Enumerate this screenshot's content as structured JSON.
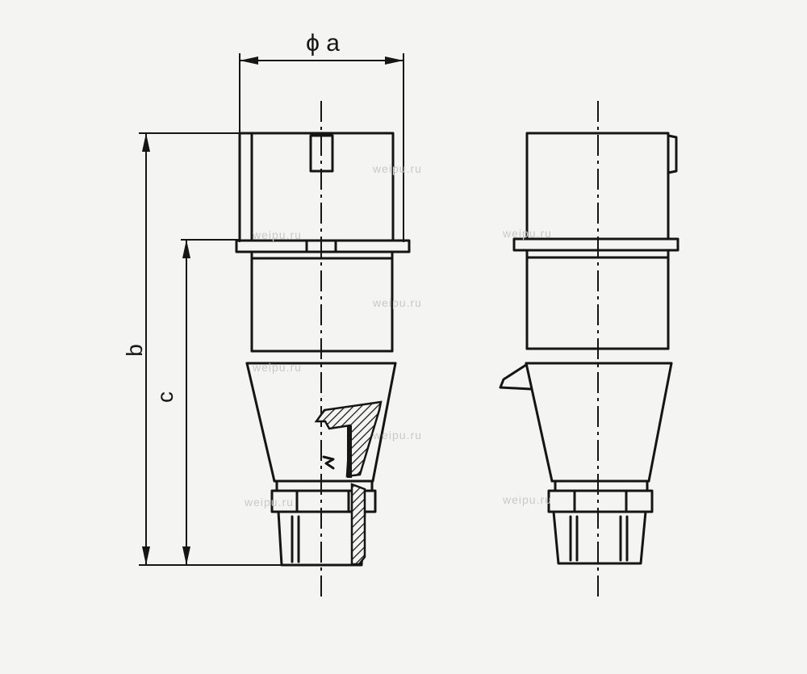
{
  "dimensions": {
    "a_label": "ϕ a",
    "b_label": "b",
    "c_label": "c"
  },
  "watermarks": [
    "weipu.ru",
    "weipu.ru",
    "weipu.ru",
    "weipu.ru",
    "weipu.ru",
    "weipu.ru",
    "weipu.ru",
    "weipu.ru"
  ],
  "colors": {
    "line": "#151515",
    "paper": "#f4f4f2",
    "watermark": "#c9c9c9"
  }
}
